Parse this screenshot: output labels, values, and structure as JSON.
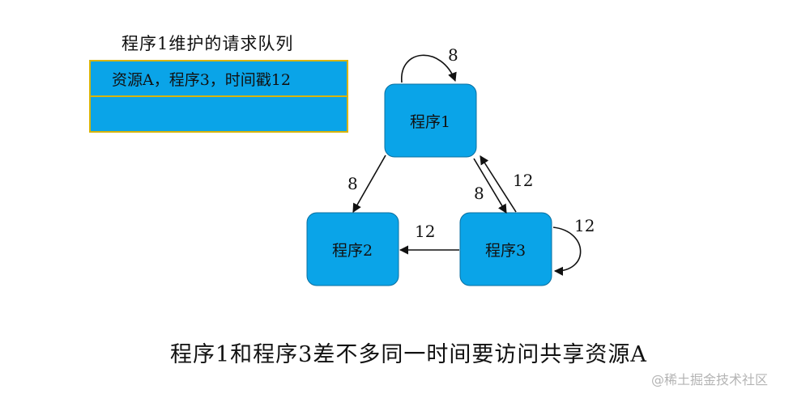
{
  "queue": {
    "title": "程序1维护的请求队列",
    "rows": [
      "资源A，程序3，时间戳12",
      ""
    ],
    "fill_color": "#0aa4e8",
    "border_color": "#d8b40a"
  },
  "diagram": {
    "node_color": "#0aa4e8",
    "nodes": {
      "p1": "程序1",
      "p2": "程序2",
      "p3": "程序3"
    },
    "edges": {
      "p1_self": "8",
      "p1_to_p2": "8",
      "p1_to_p3": "8",
      "p3_to_p1": "12",
      "p3_to_p2": "12",
      "p3_self": "12"
    }
  },
  "caption": "程序1和程序3差不多同一时间要访问共享资源A",
  "watermark": "@稀土掘金技术社区"
}
